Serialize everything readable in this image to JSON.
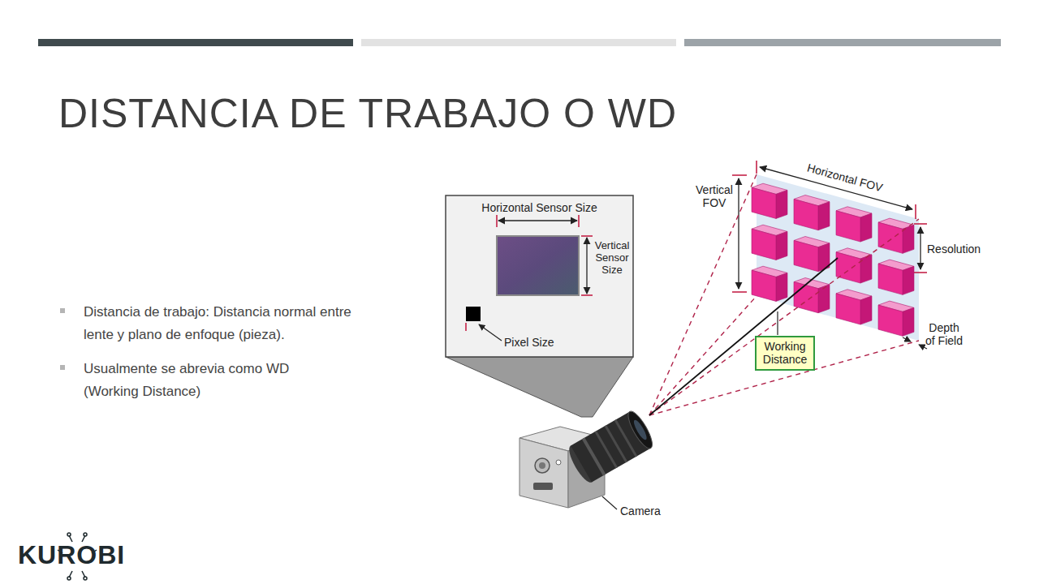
{
  "diagram": {
    "title": "DISTANCIA DE TRABAJO O WD",
    "nodes": [
      {
        "text": [
          "Horizontal Sensor Size",
          "Vertical Sensor Size",
          "Pixel Size"
        ]
      },
      {
        "text": [
          "Working Distance"
        ]
      }
    ],
    "labels": [
      "Horizontal FOV",
      "Vertical FOV",
      "Resolution",
      "Depth of Field",
      "Camera",
      "Distancia de trabajo: Distancia normal entre lente y plano de enfoque (pieza).",
      "Usualmente se abrevia como WD (Working Distance)",
      "KUROBI"
    ]
  }
}
